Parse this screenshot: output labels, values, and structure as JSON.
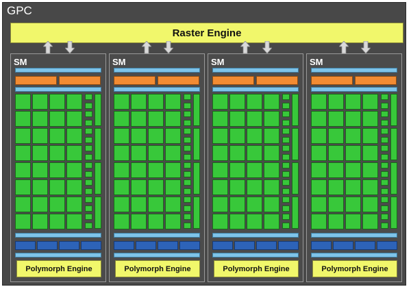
{
  "gpc": {
    "label": "GPC"
  },
  "raster_engine": {
    "label": "Raster Engine"
  },
  "sms": [
    {
      "label": "SM",
      "polymorph": "Polymorph Engine"
    },
    {
      "label": "SM",
      "polymorph": "Polymorph Engine"
    },
    {
      "label": "SM",
      "polymorph": "Polymorph Engine"
    },
    {
      "label": "SM",
      "polymorph": "Polymorph Engine"
    }
  ],
  "colors": {
    "background": "#484848",
    "engine": "#f1f76b",
    "cache": "#7ec3e8",
    "scheduler": "#f28b32",
    "core": "#38c83a",
    "texture": "#2d63b8"
  }
}
